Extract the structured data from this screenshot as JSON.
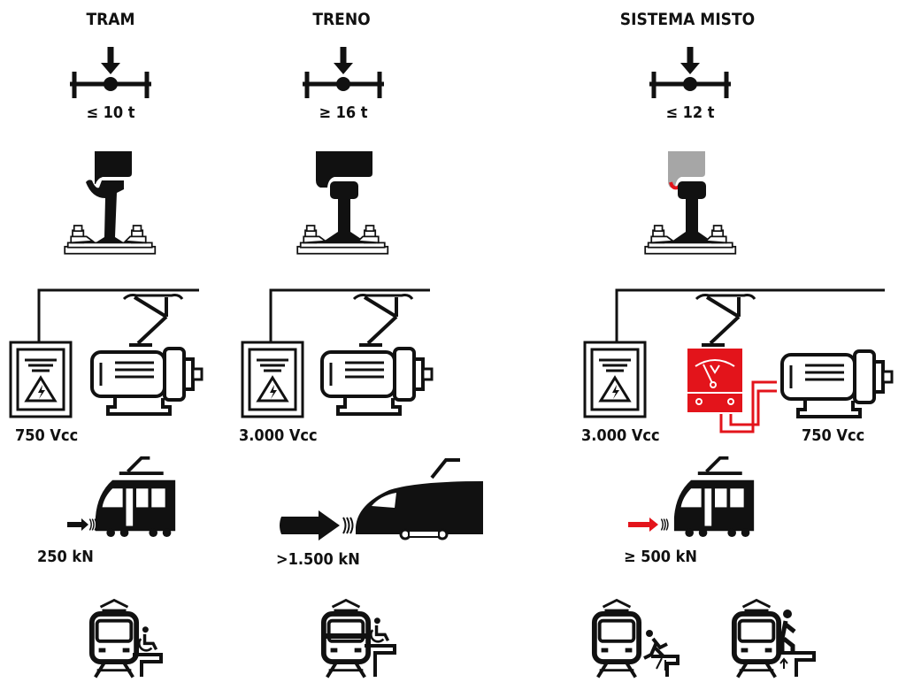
{
  "columns": [
    {
      "title": "TRAM",
      "axle_load": "≤ 10 t",
      "voltage_supply": "750 Vcc",
      "buffer_force": "250 kN"
    },
    {
      "title": "TRENO",
      "axle_load": "≥ 16 t",
      "voltage_supply": "3.000 Vcc",
      "buffer_force": ">1.500 kN"
    },
    {
      "title": "SISTEMA MISTO",
      "axle_load": "≤ 12 t",
      "voltage_supply": "3.000 Vcc",
      "voltage_motor": "750 Vcc",
      "buffer_force": "≥ 500 kN"
    }
  ],
  "colors": {
    "ink": "#111111",
    "accent": "#e3141b",
    "gray": "#a6a6a6"
  }
}
